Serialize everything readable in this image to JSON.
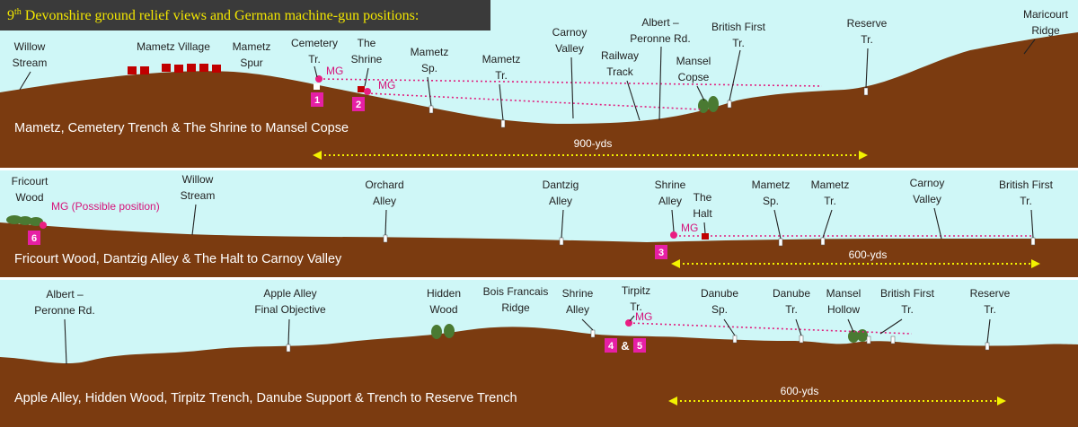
{
  "title": {
    "prefix": "9",
    "sup": "th",
    "rest": " Devonshire ground relief views and German machine-gun positions:"
  },
  "colors": {
    "sky": "#cff7f7",
    "ground": "#7b3b10",
    "mg": "#ea1e82",
    "badge": "#e61fa5",
    "dist": "#f3f200",
    "tree": "#4a7a32",
    "village": "#c00000"
  },
  "panels": [
    {
      "caption": "Mametz, Cemetery Trench & The Shrine to Mansel Copse",
      "distance": "900-yds",
      "labels": [
        [
          "Willow",
          "Stream"
        ],
        [
          "Mametz Village"
        ],
        [
          "Mametz",
          "Spur"
        ],
        [
          "Cemetery",
          "Tr."
        ],
        [
          "The",
          "Shrine"
        ],
        [
          "Mametz",
          "Sp."
        ],
        [
          "Mametz",
          "Tr."
        ],
        [
          "Carnoy",
          "Valley"
        ],
        [
          "Railway",
          "Track"
        ],
        [
          "Albert –",
          "Peronne Rd."
        ],
        [
          "Mansel",
          "Copse"
        ],
        [
          "British First",
          "Tr."
        ],
        [
          "Reserve",
          "Tr."
        ],
        [
          "Maricourt",
          "Ridge"
        ]
      ],
      "mg_labels": [
        "MG",
        "MG"
      ],
      "badges": [
        "1",
        "2"
      ]
    },
    {
      "caption": "Fricourt Wood, Dantzig Alley & The Halt to Carnoy Valley",
      "distance": "600-yds",
      "labels": [
        [
          "Fricourt",
          "Wood"
        ],
        [
          "Willow",
          "Stream"
        ],
        [
          "Orchard",
          "Alley"
        ],
        [
          "Dantzig",
          "Alley"
        ],
        [
          "Shrine",
          "Alley"
        ],
        [
          "The",
          "Halt"
        ],
        [
          "Mametz",
          "Sp."
        ],
        [
          "Mametz",
          "Tr."
        ],
        [
          "Carnoy",
          "Valley"
        ],
        [
          "British First",
          "Tr."
        ]
      ],
      "mg_labels": [
        "MG (Possible position)",
        "MG"
      ],
      "badges": [
        "6",
        "3"
      ]
    },
    {
      "caption": "Apple Alley, Hidden Wood, Tirpitz Trench, Danube Support & Trench to Reserve Trench",
      "distance": "600-yds",
      "labels": [
        [
          "Albert –",
          "Peronne Rd."
        ],
        [
          "Apple Alley",
          "Final Objective"
        ],
        [
          "Hidden",
          "Wood"
        ],
        [
          "Bois Francais",
          "Ridge"
        ],
        [
          "Shrine",
          "Alley"
        ],
        [
          "Tirpitz",
          "Tr."
        ],
        [
          "Danube",
          "Sp."
        ],
        [
          "Danube",
          "Tr."
        ],
        [
          "Mansel",
          "Hollow"
        ],
        [
          "British First",
          "Tr."
        ],
        [
          "Reserve",
          "Tr."
        ]
      ],
      "mg_labels": [
        "MG"
      ],
      "badges": [
        "4",
        "5"
      ],
      "amp": "&"
    }
  ]
}
